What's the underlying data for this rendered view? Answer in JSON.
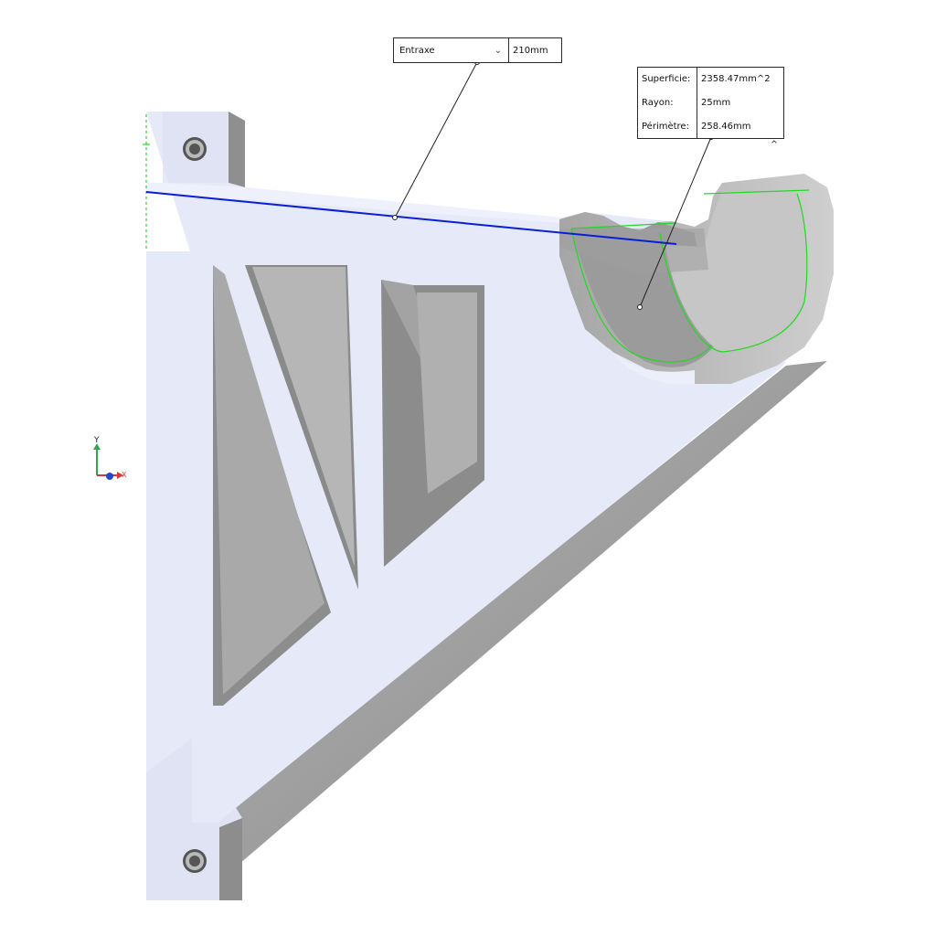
{
  "measure_tooltip": {
    "dropdown_label": "Entraxe",
    "value": "210mm"
  },
  "properties_tooltip": {
    "rows": [
      {
        "label": "Superficie:",
        "value": "2358.47mm^2"
      },
      {
        "label": "Rayon:",
        "value": "25mm"
      },
      {
        "label": "Périmètre:",
        "value": "258.46mm"
      }
    ]
  },
  "triad": {
    "x_label": "X",
    "y_label": "Y"
  },
  "colors": {
    "part_face": "#e6e9f7",
    "part_side": "#9a9a9a",
    "part_dark": "#6e6e6e",
    "measure_line": "#0a1ed8",
    "edge_highlight": "#22d822",
    "triad_y": "#2fa84f",
    "triad_x": "#d23b3b",
    "triad_z": "#2747c9"
  }
}
